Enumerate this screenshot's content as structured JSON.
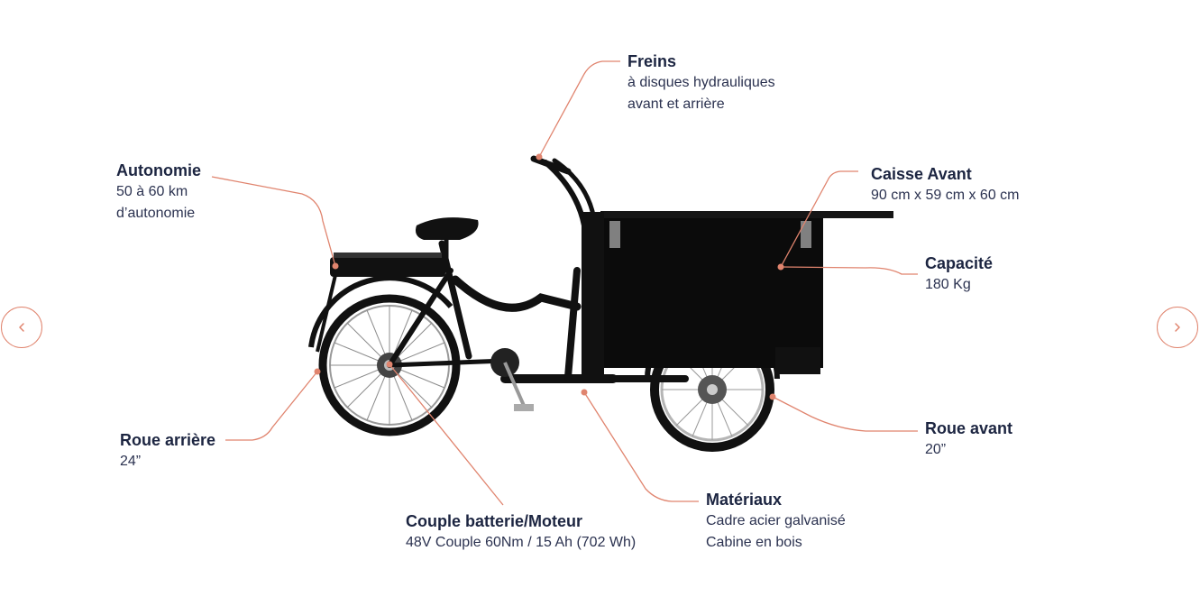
{
  "accent_color": "#e0846e",
  "text_color": "#1c2541",
  "image": {
    "subject": "black cargo tricycle with front wooden box"
  },
  "nav": {
    "prev_icon": "chevron-left-icon",
    "next_icon": "chevron-right-icon"
  },
  "callouts": {
    "freins": {
      "title": "Freins",
      "line1": "à disques hydrauliques",
      "line2": "avant et arrière"
    },
    "autonomie": {
      "title": "Autonomie",
      "line1": "50 à 60 km",
      "line2": "d’autonomie"
    },
    "caisse": {
      "title": "Caisse Avant",
      "line1": "90 cm x 59 cm x 60 cm"
    },
    "capacite": {
      "title": "Capacité",
      "line1": "180 Kg"
    },
    "roue_arriere": {
      "title": "Roue arrière",
      "line1": "24”"
    },
    "roue_avant": {
      "title": "Roue avant",
      "line1": "20”"
    },
    "couple": {
      "title": "Couple batterie/Moteur",
      "line1": "48V Couple 60Nm / 15 Ah (702 Wh)"
    },
    "materiaux": {
      "title": "Matériaux",
      "line1": "Cadre acier galvanisé",
      "line2": "Cabine en bois"
    }
  }
}
